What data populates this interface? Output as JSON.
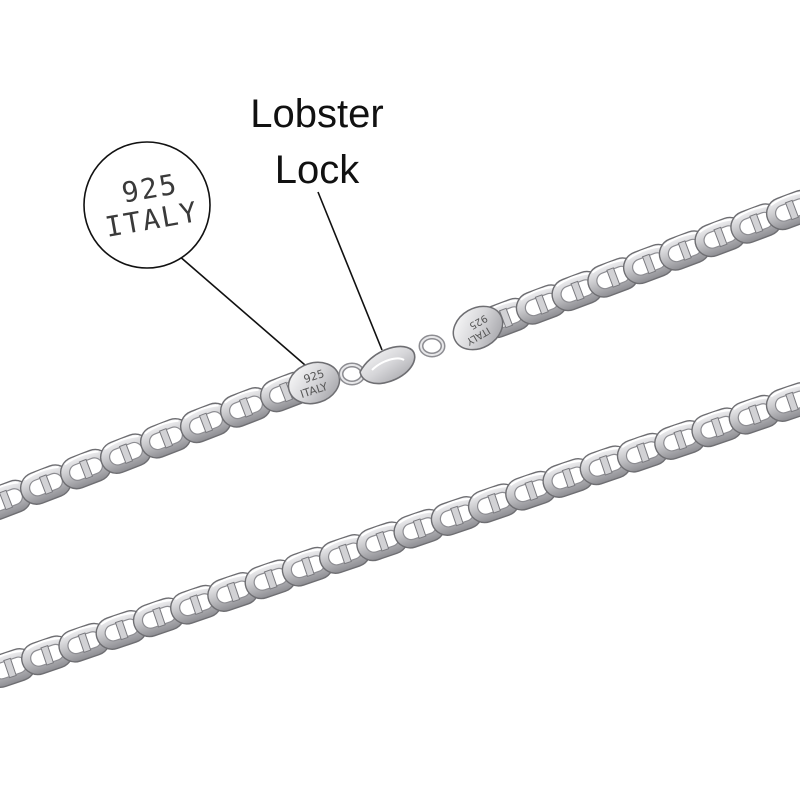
{
  "callout": {
    "lock_line1": "Lobster",
    "lock_line2": "Lock"
  },
  "stamp_zoom": {
    "line1": "925",
    "line2": "ITALY"
  },
  "clasp_tags": {
    "left_line1": "925",
    "left_line2": "ITALY",
    "right_line1": "925",
    "right_line2": "ITALY"
  },
  "colors": {
    "background": "#ffffff",
    "metal": "#c8c8ca",
    "metal_dark": "#6e6e72",
    "metal_light": "#f2f2f4",
    "text": "#111111"
  }
}
